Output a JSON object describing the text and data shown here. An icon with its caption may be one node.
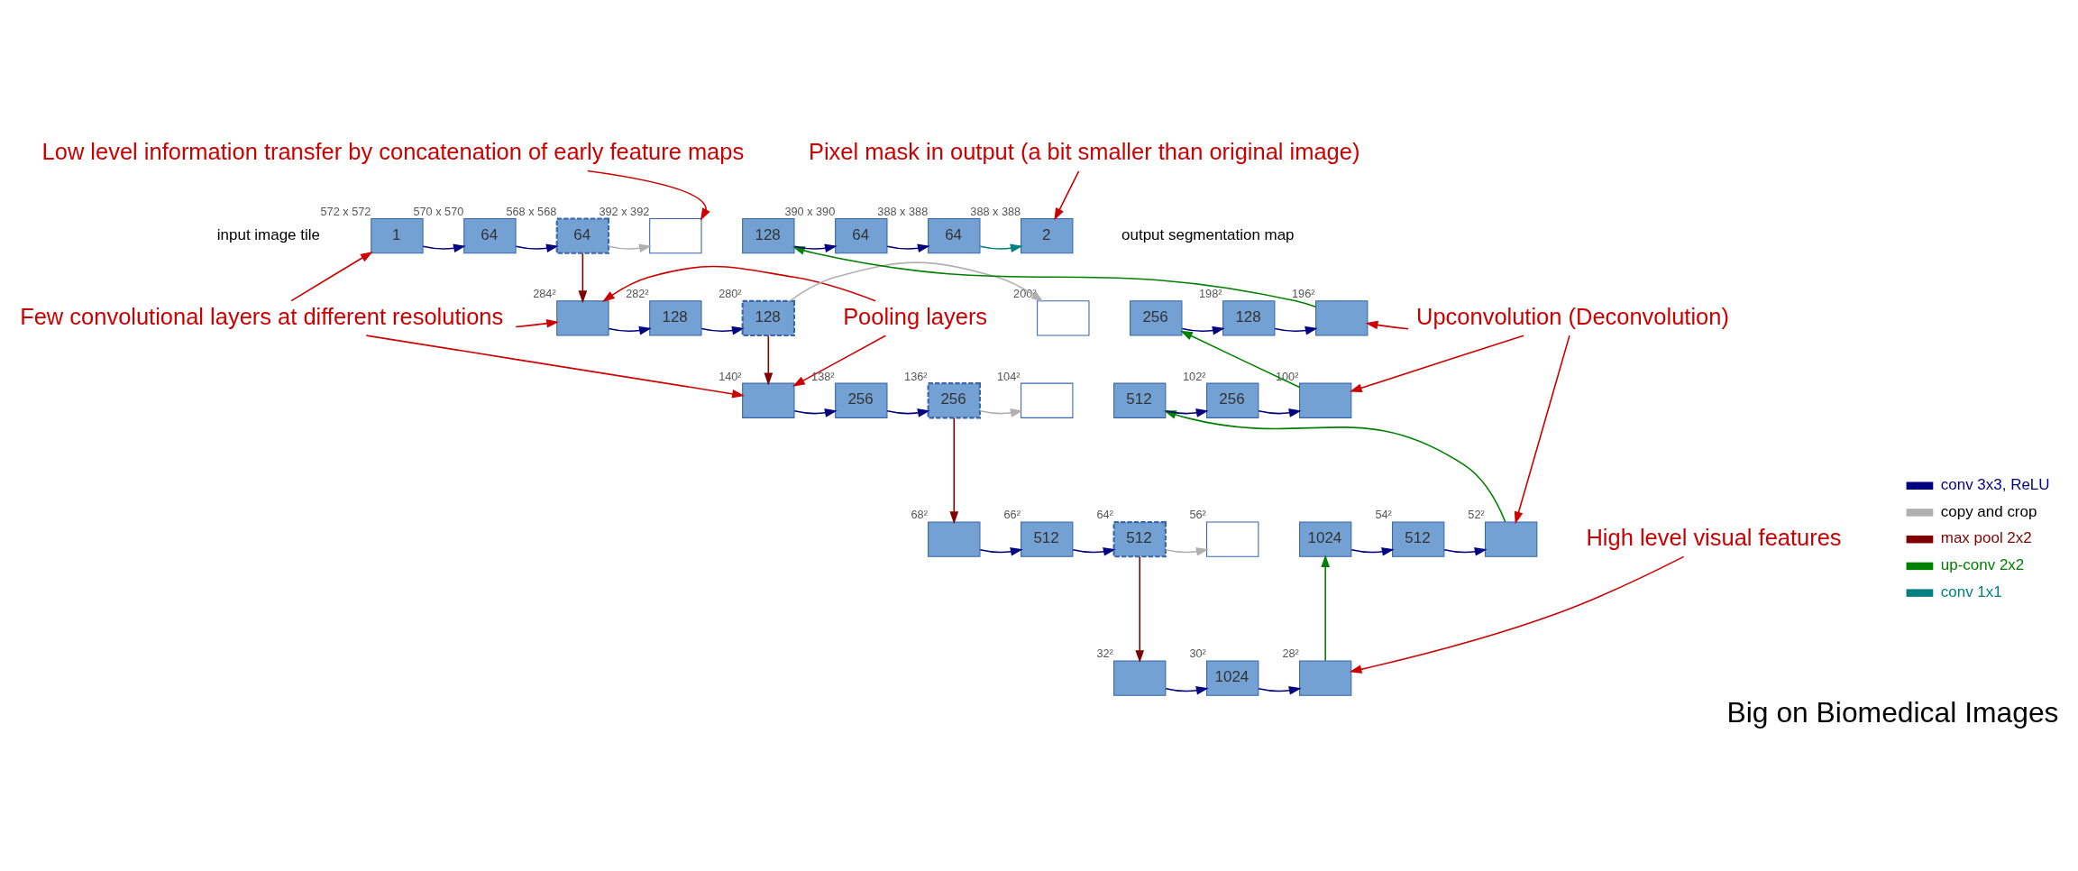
{
  "diagram": {
    "caption": "Big on Biomedical Images",
    "nodes": [
      {
        "text": [
          "Low level information transfer by concatenation of early feature maps"
        ]
      },
      {
        "text": [
          "Pixel mask in output (a bit smaller than original image)"
        ]
      },
      {
        "text": [
          "Few convolutional layers at different resolutions"
        ]
      },
      {
        "text": [
          "Pooling layers"
        ]
      },
      {
        "text": [
          "High level visual features"
        ]
      },
      {
        "text": [
          "Upconvolution (Deconvolution)"
        ]
      },
      {
        "text": [
          "1"
        ],
        "beside": [
          "572 x 572"
        ]
      },
      {
        "text": [
          "64"
        ],
        "beside": [
          "570 x 570"
        ]
      },
      {
        "text": [
          "64"
        ],
        "beside": [
          "568 x 568"
        ]
      },
      {
        "text": [],
        "shape": "bar",
        "beside": [
          "284²"
        ]
      },
      {
        "text": [
          "128"
        ],
        "beside": [
          "282²"
        ]
      },
      {
        "text": [
          "128"
        ],
        "beside": [
          "280²"
        ]
      },
      {
        "text": [],
        "shape": "bar",
        "beside": [
          "140²"
        ]
      },
      {
        "text": [
          "256"
        ],
        "beside": [
          "138²"
        ]
      },
      {
        "text": [
          "256"
        ],
        "beside": [
          "136²"
        ]
      },
      {
        "text": [],
        "shape": "bar",
        "beside": [
          "68²"
        ]
      },
      {
        "text": [
          "512"
        ],
        "beside": [
          "66²"
        ]
      },
      {
        "text": [
          "512"
        ],
        "beside": [
          "64²"
        ]
      },
      {
        "text": [],
        "shape": "bar",
        "beside": [
          "32²"
        ]
      },
      {
        "text": [
          "1024"
        ],
        "beside": [
          "30²"
        ]
      },
      {
        "text": [],
        "shape": "bar",
        "beside": [
          "28²"
        ]
      },
      {
        "text": [],
        "shape": "box",
        "beside": [
          "56²"
        ]
      },
      {
        "text": [
          "1024"
        ]
      },
      {
        "text": [
          "512"
        ],
        "beside": [
          "54²"
        ]
      },
      {
        "text": [],
        "shape": "bar",
        "beside": [
          "52²"
        ]
      },
      {
        "text": [],
        "shape": "box",
        "beside": [
          "104²"
        ]
      },
      {
        "text": [
          "512"
        ]
      },
      {
        "text": [
          "256"
        ],
        "beside": [
          "102²"
        ]
      },
      {
        "text": [],
        "shape": "bar",
        "beside": [
          "100²"
        ]
      },
      {
        "text": [],
        "shape": "box",
        "beside": [
          "200²"
        ]
      },
      {
        "text": [
          "256"
        ]
      },
      {
        "text": [
          "128"
        ],
        "beside": [
          "198²"
        ]
      },
      {
        "text": [],
        "shape": "bar",
        "beside": [
          "196²"
        ]
      },
      {
        "text": [],
        "shape": "box",
        "beside": [
          "392 x 392"
        ]
      },
      {
        "text": [
          "128"
        ]
      },
      {
        "text": [
          "64"
        ],
        "beside": [
          "390 x 390"
        ]
      },
      {
        "text": [
          "64"
        ],
        "beside": [
          "388 x 388"
        ]
      },
      {
        "text": [
          "2"
        ],
        "beside": [
          "388 x 388"
        ]
      }
    ],
    "edges": [
      {
        "from": 6,
        "to": 7,
        "arrow": "to"
      },
      {
        "from": 7,
        "to": 8,
        "arrow": "to"
      },
      {
        "from": 9,
        "to": 10,
        "arrow": "to"
      },
      {
        "from": 10,
        "to": 11,
        "arrow": "to"
      },
      {
        "from": 12,
        "to": 13,
        "arrow": "to"
      },
      {
        "from": 13,
        "to": 14,
        "arrow": "to"
      },
      {
        "from": 15,
        "to": 16,
        "arrow": "to"
      },
      {
        "from": 16,
        "to": 17,
        "arrow": "to"
      },
      {
        "from": 18,
        "to": 19,
        "arrow": "to"
      },
      {
        "from": 19,
        "to": 20,
        "arrow": "to"
      },
      {
        "from": 22,
        "to": 23,
        "arrow": "to"
      },
      {
        "from": 23,
        "to": 24,
        "arrow": "to"
      },
      {
        "from": 26,
        "to": 27,
        "arrow": "to"
      },
      {
        "from": 27,
        "to": 28,
        "arrow": "to"
      },
      {
        "from": 30,
        "to": 31,
        "arrow": "to"
      },
      {
        "from": 31,
        "to": 32,
        "arrow": "to"
      },
      {
        "from": 34,
        "to": 35,
        "arrow": "to"
      },
      {
        "from": 35,
        "to": 36,
        "arrow": "to"
      },
      {
        "from": 36,
        "to": 37,
        "arrow": "to",
        "color": "#008080"
      },
      {
        "from": 8,
        "to": 9,
        "arrow": "to",
        "color": "#800000"
      },
      {
        "from": 11,
        "to": 12,
        "arrow": "to",
        "color": "#800000"
      },
      {
        "from": 14,
        "to": 15,
        "arrow": "to",
        "color": "#800000"
      },
      {
        "from": 17,
        "to": 18,
        "arrow": "to",
        "color": "#800000"
      },
      {
        "from": 20,
        "to": 22,
        "arrow": "to",
        "color": "#008000"
      },
      {
        "from": 24,
        "to": 26,
        "arrow": "to",
        "color": "#008000"
      },
      {
        "from": 28,
        "to": 30,
        "arrow": "to",
        "color": "#008000"
      },
      {
        "from": 32,
        "to": 34,
        "arrow": "to",
        "color": "#008000"
      },
      {
        "from": 8,
        "to": 33,
        "arrow": "to",
        "color": "#b0b0b0"
      },
      {
        "from": 11,
        "to": 29,
        "arrow": "to",
        "color": "#b0b0b0"
      },
      {
        "from": 14,
        "to": 25,
        "arrow": "to",
        "color": "#b0b0b0"
      },
      {
        "from": 17,
        "to": 21,
        "arrow": "to",
        "color": "#b0b0b0"
      },
      {
        "from": 0,
        "to": 33,
        "arrow": "to",
        "color": "#cc0000"
      },
      {
        "from": 1,
        "to": 37,
        "arrow": "to",
        "color": "#cc0000"
      },
      {
        "from": 2,
        "to": 6,
        "arrow": "to",
        "color": "#cc0000"
      },
      {
        "from": 2,
        "to": 9,
        "arrow": "to",
        "color": "#cc0000"
      },
      {
        "from": 2,
        "to": 12,
        "arrow": "to",
        "color": "#cc0000"
      },
      {
        "from": 3,
        "to": 9,
        "arrow": "to",
        "color": "#cc0000"
      },
      {
        "from": 3,
        "to": 12,
        "arrow": "to",
        "color": "#cc0000"
      },
      {
        "from": 4,
        "to": 20,
        "arrow": "to",
        "color": "#cc0000"
      },
      {
        "from": 5,
        "to": 32,
        "arrow": "to",
        "color": "#cc0000"
      },
      {
        "from": 5,
        "to": 28,
        "arrow": "to",
        "color": "#cc0000"
      },
      {
        "from": 5,
        "to": 24,
        "arrow": "to",
        "color": "#cc0000"
      }
    ],
    "labels": [
      "input image tile",
      "output segmentation map"
    ],
    "legend": [
      {
        "text": "conv 3x3, ReLU"
      },
      {
        "text": "copy and crop"
      },
      {
        "text": "max pool 2x2"
      },
      {
        "text": "up-conv 2x2"
      },
      {
        "text": "conv 1x1"
      }
    ]
  }
}
